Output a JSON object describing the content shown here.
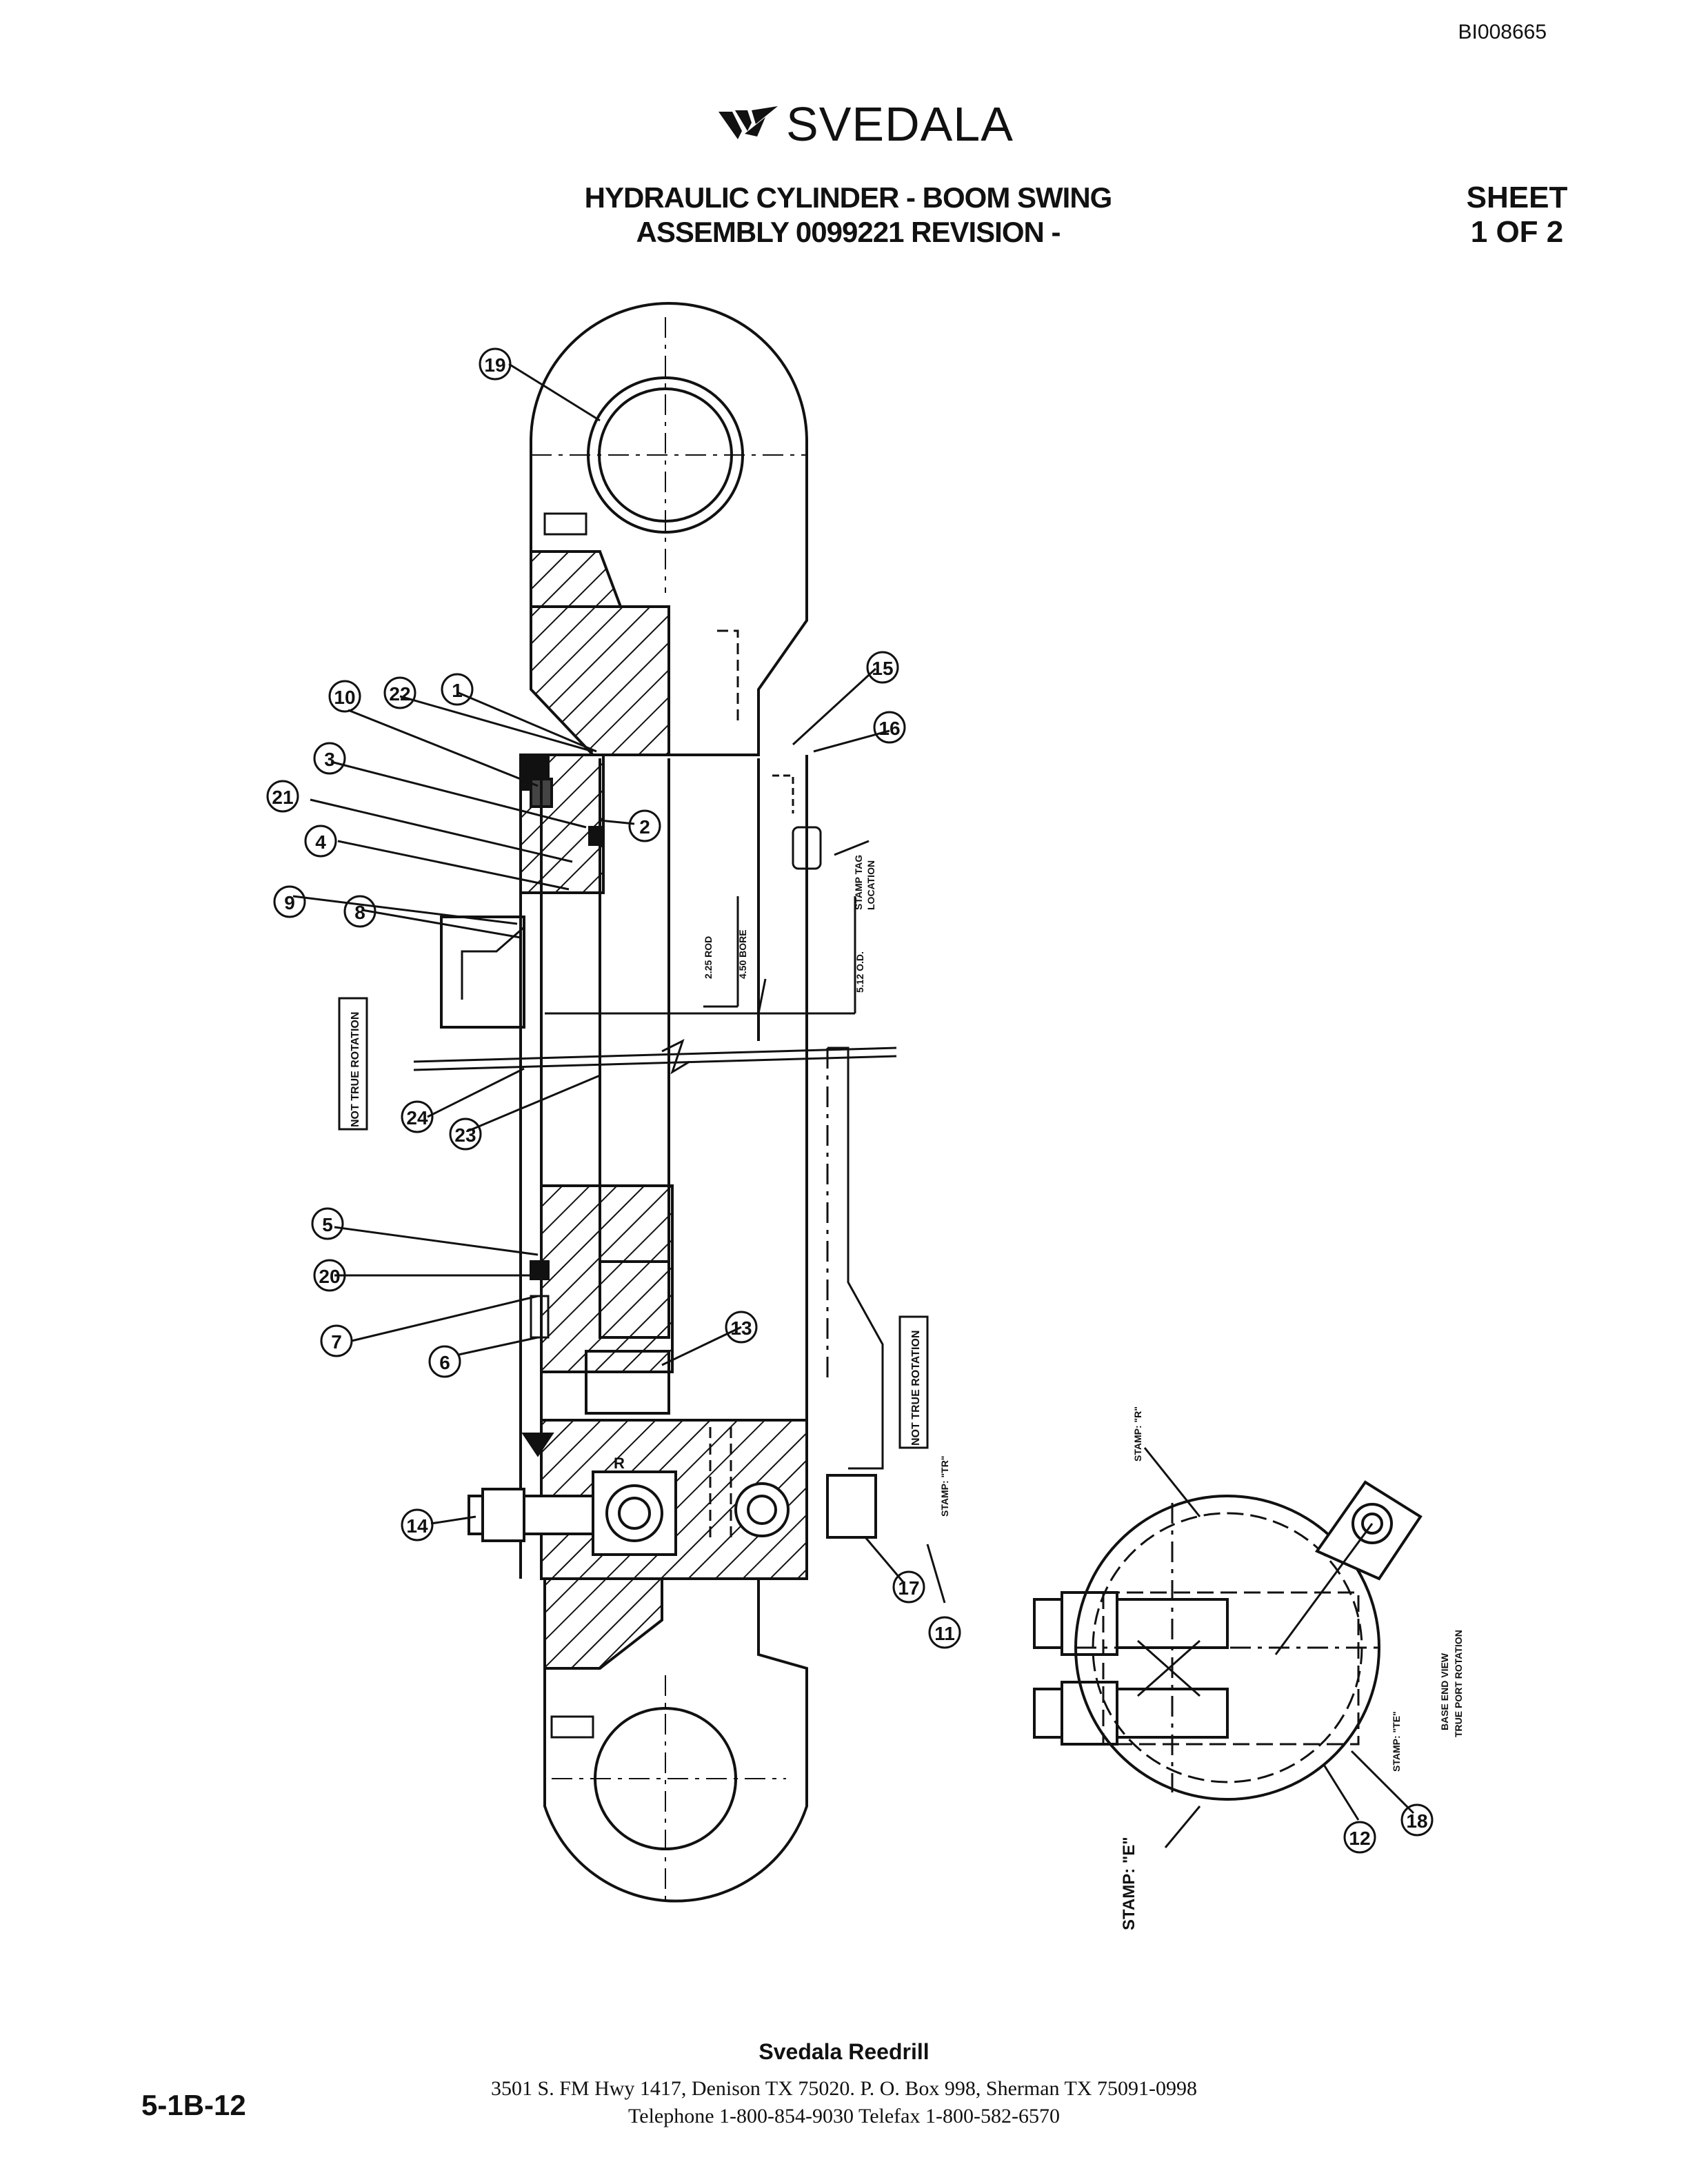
{
  "document_id": "BI008665",
  "brand": {
    "name": "SVEDALA",
    "logo_icon": "svedala-chevron-logo"
  },
  "title": {
    "line1": "HYDRAULIC CYLINDER - BOOM SWING",
    "line2": "ASSEMBLY 0099221 REVISION -"
  },
  "sheet": {
    "line1": "SHEET",
    "line2": "1 OF 2"
  },
  "drawing": {
    "balloons": [
      "19",
      "10",
      "22",
      "1",
      "3",
      "21",
      "4",
      "9",
      "8",
      "2",
      "15",
      "16",
      "24",
      "23",
      "5",
      "20",
      "7",
      "6",
      "13",
      "14",
      "17",
      "11",
      "12",
      "18"
    ],
    "dimensions": {
      "rod": "2.25 ROD",
      "bore": "4.50 BORE",
      "od": "5.12 O.D."
    },
    "notes": {
      "stamp_tag": "STAMP TAG",
      "location": "LOCATION",
      "not_true_rotation_1": "NOT TRUE ROTATION",
      "not_true_rotation_2": "NOT TRUE ROTATION",
      "stamp_tr": "STAMP: \"TR\"",
      "stamp_r": "STAMP: \"R\"",
      "stamp_e": "STAMP: \"E\"",
      "stamp_te": "STAMP: \"TE\"",
      "base_end_view": "BASE END VIEW",
      "true_port_rotation": "TRUE PORT ROTATION",
      "port_letter_r": "R"
    }
  },
  "footer": {
    "company": "Svedala Reedrill",
    "address": "3501 S. FM Hwy 1417, Denison TX  75020.   P. O. Box 998, Sherman TX  75091-0998",
    "phone": "Telephone 1-800-854-9030 Telefax 1-800-582-6570"
  },
  "page_number": "5-1B-12"
}
